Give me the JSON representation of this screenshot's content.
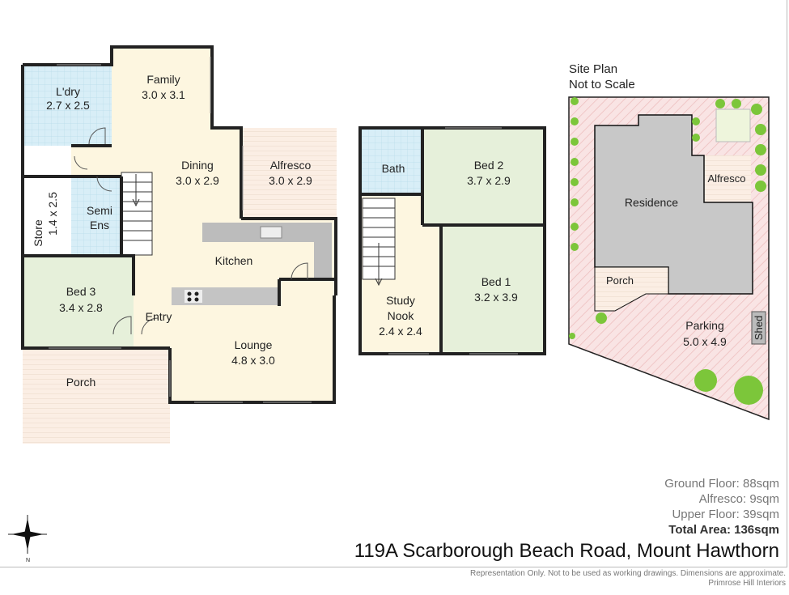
{
  "ground_floor": {
    "rooms": [
      {
        "name": "L'dry",
        "size": "2.7 x 2.5"
      },
      {
        "name": "Family",
        "size": "3.0 x 3.1"
      },
      {
        "name": "Dining",
        "size": "3.0 x 2.9"
      },
      {
        "name": "Alfresco",
        "size": "3.0 x 2.9"
      },
      {
        "name": "Store",
        "size": "1.4 x 2.5"
      },
      {
        "name": "Semi Ens",
        "size": ""
      },
      {
        "name": "Kitchen",
        "size": ""
      },
      {
        "name": "Bed 3",
        "size": "3.4 x 2.8"
      },
      {
        "name": "Entry",
        "size": ""
      },
      {
        "name": "Lounge",
        "size": "4.8 x 3.0"
      },
      {
        "name": "Porch",
        "size": ""
      }
    ]
  },
  "upper_floor": {
    "rooms": [
      {
        "name": "Bath",
        "size": ""
      },
      {
        "name": "Bed 2",
        "size": "3.7 x 2.9"
      },
      {
        "name": "Bed 1",
        "size": "3.2 x 3.9"
      },
      {
        "name": "Study Nook",
        "size": "2.4 x 2.4"
      }
    ]
  },
  "site_plan": {
    "title": "Site Plan",
    "subtitle": "Not to Scale",
    "labels": {
      "residence": "Residence",
      "alfresco": "Alfresco",
      "porch": "Porch",
      "parking": "Parking",
      "parking_size": "5.0 x 4.9",
      "shed": "Shed"
    }
  },
  "areas": {
    "ground": "Ground Floor: 88sqm",
    "alfresco": "Alfresco: 9sqm",
    "upper": "Upper Floor: 39sqm",
    "total": "Total Area: 136sqm"
  },
  "address": "119A Scarborough Beach Road, Mount Hawthorn",
  "disclaimer": "Representation Only. Not to be used as working drawings. Dimensions are approximate.",
  "company": "Primrose Hill Interiors",
  "compass": {
    "north_label": "N"
  },
  "colors": {
    "tile": "#d6ecf5",
    "carpet": "#e6f0da",
    "floor": "#fdf6e0",
    "outdoor": "#f8ece2",
    "residence": "#c8c8c8",
    "paving": "#f6dcdc",
    "plant": "#7cc63a"
  }
}
